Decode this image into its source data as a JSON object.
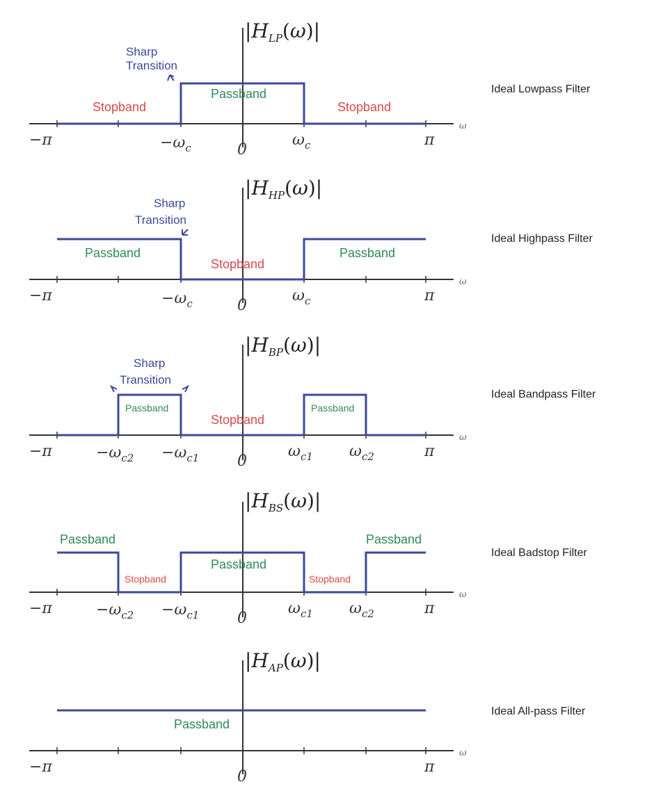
{
  "colors": {
    "response": "#3a4a9a",
    "passband": "#2e8b57",
    "stopband": "#d94a4a",
    "axis": "#333333",
    "annotation": "#3a4a9a"
  },
  "axis_symbol": "ω",
  "panels": [
    {
      "key": "lp",
      "title": "Ideal Lowpass Filter",
      "h_sub": "LP",
      "ticks": [
        {
          "label": "−π",
          "pos": -3.1416
        },
        {
          "label": "−ω",
          "sub": "c",
          "pos": -1.0
        },
        {
          "label": "0",
          "pos": 0
        },
        {
          "label": "ω",
          "sub": "c",
          "pos": 1.0
        },
        {
          "label": "π",
          "pos": 3.1416
        }
      ],
      "response": [
        [
          -3.1416,
          0
        ],
        [
          -1.0,
          0
        ],
        [
          -1.0,
          1
        ],
        [
          1.0,
          1
        ],
        [
          1.0,
          0
        ],
        [
          3.1416,
          0
        ]
      ],
      "bands": [
        {
          "label": "Stopband",
          "kind": "stop",
          "size": "lg"
        },
        {
          "label": "Passband",
          "kind": "pass",
          "size": "lg"
        },
        {
          "label": "Stopband",
          "kind": "stop",
          "size": "lg"
        }
      ],
      "annotation": {
        "line1": "Sharp",
        "line2": "Transition"
      }
    },
    {
      "key": "hp",
      "title": "Ideal Highpass Filter",
      "h_sub": "HP",
      "ticks": [
        {
          "label": "−π",
          "pos": -3.1416
        },
        {
          "label": "−ω",
          "sub": "c",
          "pos": -1.0
        },
        {
          "label": "0",
          "pos": 0
        },
        {
          "label": "ω",
          "sub": "c",
          "pos": 1.0
        },
        {
          "label": "π",
          "pos": 3.1416
        }
      ],
      "response": [
        [
          -3.1416,
          1
        ],
        [
          -1.0,
          1
        ],
        [
          -1.0,
          0
        ],
        [
          1.0,
          0
        ],
        [
          1.0,
          1
        ],
        [
          3.1416,
          1
        ]
      ],
      "bands": [
        {
          "label": "Passband",
          "kind": "pass",
          "size": "lg"
        },
        {
          "label": "Stopband",
          "kind": "stop",
          "size": "lg"
        },
        {
          "label": "Passband",
          "kind": "pass",
          "size": "lg"
        }
      ],
      "annotation": {
        "line1": "Sharp",
        "line2": "Transition"
      }
    },
    {
      "key": "bp",
      "title": "Ideal Bandpass Filter",
      "h_sub": "BP",
      "ticks": [
        {
          "label": "−π",
          "pos": -3.1416
        },
        {
          "label": "−ω",
          "sub": "c2",
          "pos": -2.0
        },
        {
          "label": "−ω",
          "sub": "c1",
          "pos": -1.0
        },
        {
          "label": "0",
          "pos": 0
        },
        {
          "label": "ω",
          "sub": "c1",
          "pos": 1.0
        },
        {
          "label": "ω",
          "sub": "c2",
          "pos": 2.0
        },
        {
          "label": "π",
          "pos": 3.1416
        }
      ],
      "response": [
        [
          -3.1416,
          0
        ],
        [
          -2.0,
          0
        ],
        [
          -2.0,
          1
        ],
        [
          -1.0,
          1
        ],
        [
          -1.0,
          0
        ],
        [
          1.0,
          0
        ],
        [
          1.0,
          1
        ],
        [
          2.0,
          1
        ],
        [
          2.0,
          0
        ],
        [
          3.1416,
          0
        ]
      ],
      "bands": [
        {
          "label": "Passband",
          "kind": "pass",
          "size": "sm"
        },
        {
          "label": "Stopband",
          "kind": "stop",
          "size": "lg"
        },
        {
          "label": "Passband",
          "kind": "pass",
          "size": "sm"
        }
      ],
      "annotation": {
        "line1": "Sharp",
        "line2": "Transition"
      }
    },
    {
      "key": "bs",
      "title": "Ideal Badstop Filter",
      "h_sub": "BS",
      "ticks": [
        {
          "label": "−π",
          "pos": -3.1416
        },
        {
          "label": "−ω",
          "sub": "c2",
          "pos": -2.0
        },
        {
          "label": "−ω",
          "sub": "c1",
          "pos": -1.0
        },
        {
          "label": "0",
          "pos": 0
        },
        {
          "label": "ω",
          "sub": "c1",
          "pos": 1.0
        },
        {
          "label": "ω",
          "sub": "c2",
          "pos": 2.0
        },
        {
          "label": "π",
          "pos": 3.1416
        }
      ],
      "response": [
        [
          -3.1416,
          1
        ],
        [
          -2.0,
          1
        ],
        [
          -2.0,
          0
        ],
        [
          -1.0,
          0
        ],
        [
          -1.0,
          1
        ],
        [
          1.0,
          1
        ],
        [
          1.0,
          0
        ],
        [
          2.0,
          0
        ],
        [
          2.0,
          1
        ],
        [
          3.1416,
          1
        ]
      ],
      "bands": [
        {
          "label": "Passband",
          "kind": "pass",
          "size": "lg"
        },
        {
          "label": "Stopband",
          "kind": "stop",
          "size": "sm"
        },
        {
          "label": "Passband",
          "kind": "pass",
          "size": "lg"
        },
        {
          "label": "Stopband",
          "kind": "stop",
          "size": "sm"
        },
        {
          "label": "Passband",
          "kind": "pass",
          "size": "lg"
        }
      ],
      "annotation": null
    },
    {
      "key": "ap",
      "title": "Ideal All-pass Filter",
      "h_sub": "AP",
      "ticks": [
        {
          "label": "−π",
          "pos": -3.1416
        },
        {
          "label": "0",
          "pos": 0
        },
        {
          "label": "π",
          "pos": 3.1416
        }
      ],
      "response": [
        [
          -3.1416,
          1
        ],
        [
          3.1416,
          1
        ]
      ],
      "bands": [
        {
          "label": "Passband",
          "kind": "pass",
          "size": "lg"
        }
      ],
      "annotation": null
    }
  ]
}
